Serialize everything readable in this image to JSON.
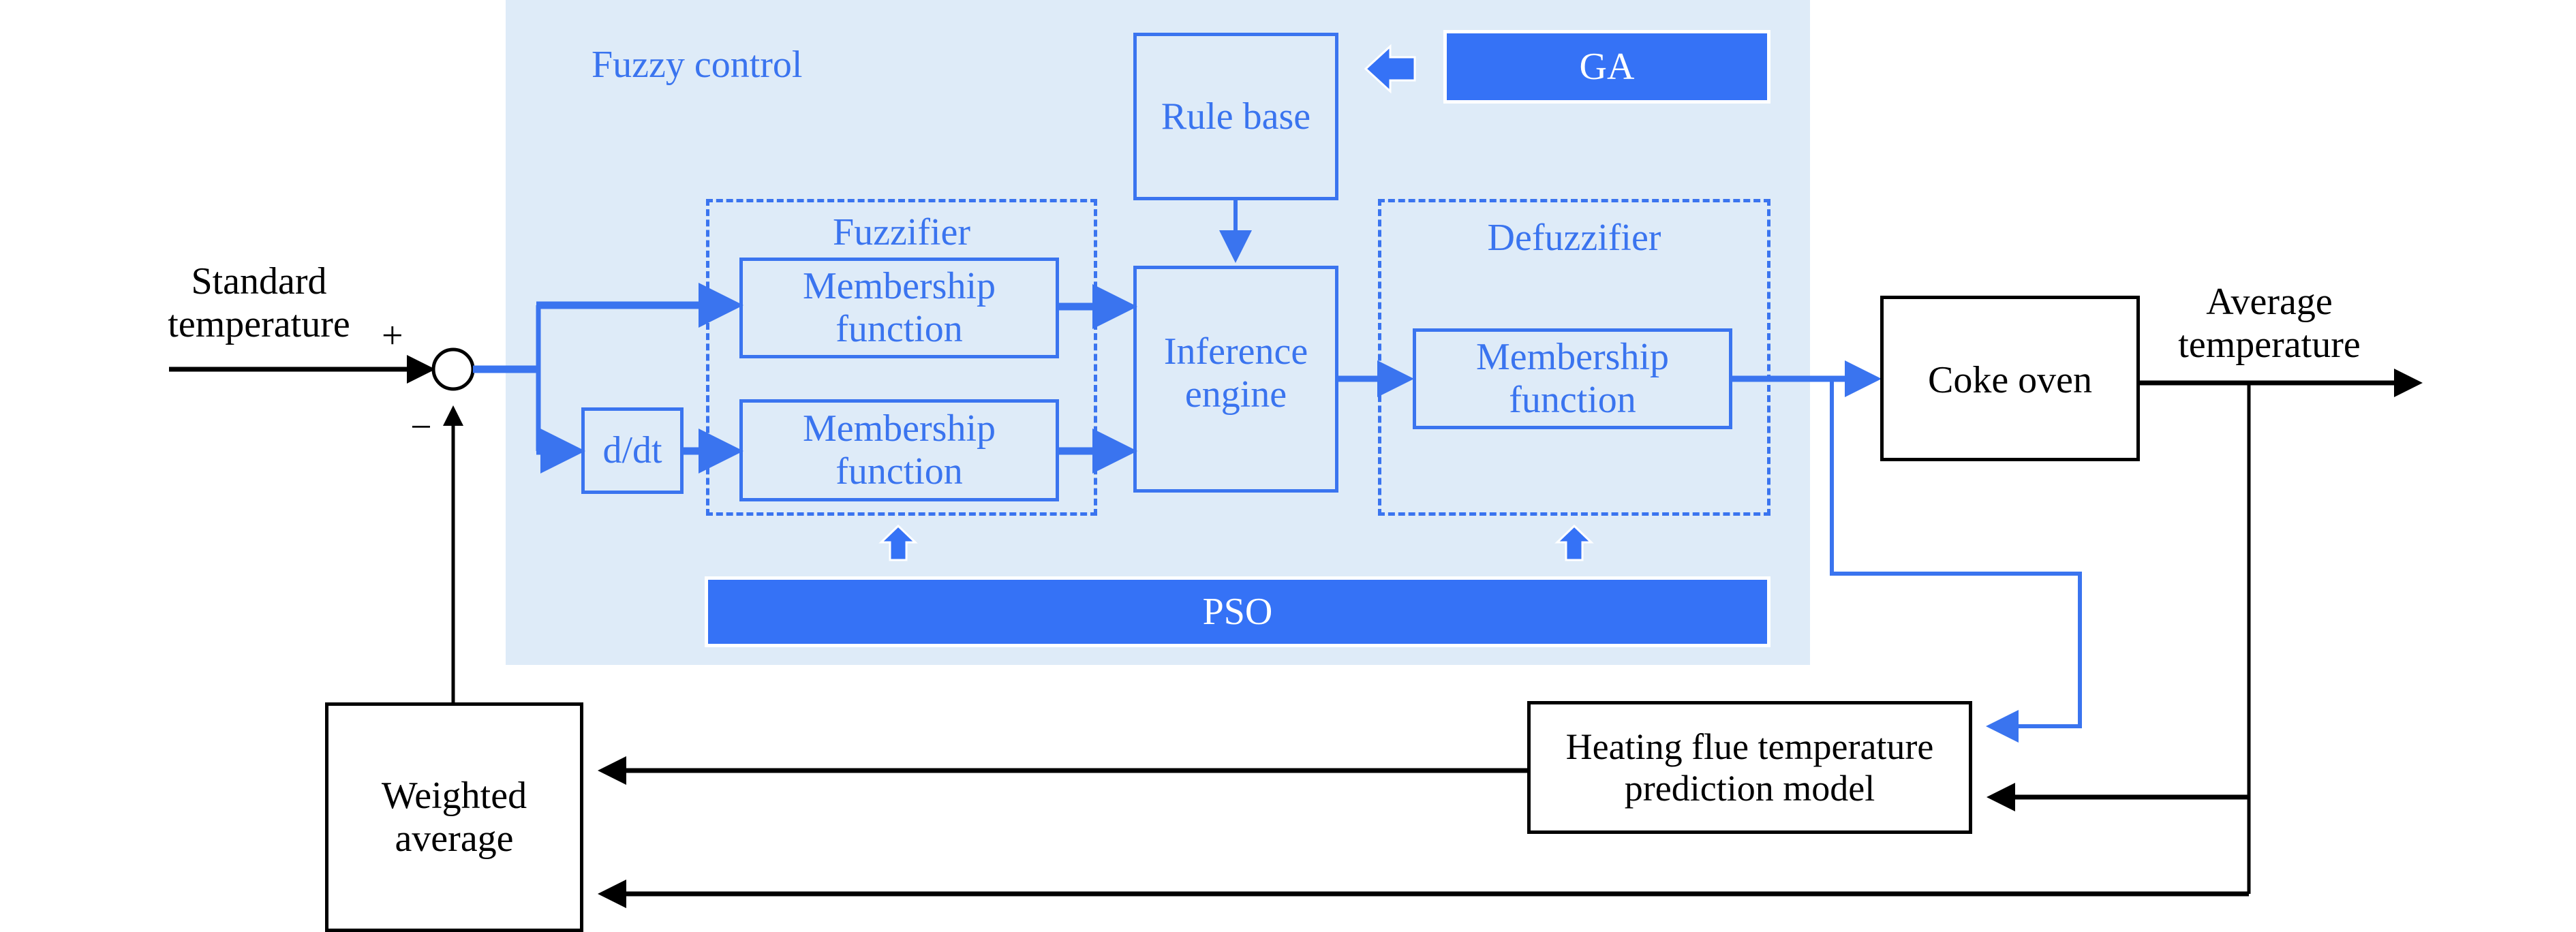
{
  "diagram": {
    "panel_title": "Fuzzy control",
    "inputs": {
      "standard_temperature": [
        "Standard",
        "temperature"
      ],
      "plus_sign": "+",
      "minus_sign": "−"
    },
    "blocks": {
      "rule_base": "Rule base",
      "ga": "GA",
      "fuzzifier_title": "Fuzzifier",
      "membership_1": [
        "Membership",
        "function"
      ],
      "membership_2": [
        "Membership",
        "function"
      ],
      "ddt": "d/dt",
      "inference_engine": [
        "Inference",
        "engine"
      ],
      "defuzzifier_title": "Defuzzifier",
      "membership_defuzz": [
        "Membership",
        "function"
      ],
      "pso": "PSO",
      "coke_oven": "Coke oven",
      "heating_flue_model": [
        "Heating flue temperature",
        "prediction model"
      ],
      "weighted_average": [
        "Weighted",
        "average"
      ]
    },
    "outputs": {
      "average_temperature": [
        "Average",
        "temperature"
      ]
    },
    "colors": {
      "panel_bg": "#deebf8",
      "accent_blue": "#3a74ef",
      "filled_blue": "#3572f6",
      "black": "#000000"
    }
  }
}
